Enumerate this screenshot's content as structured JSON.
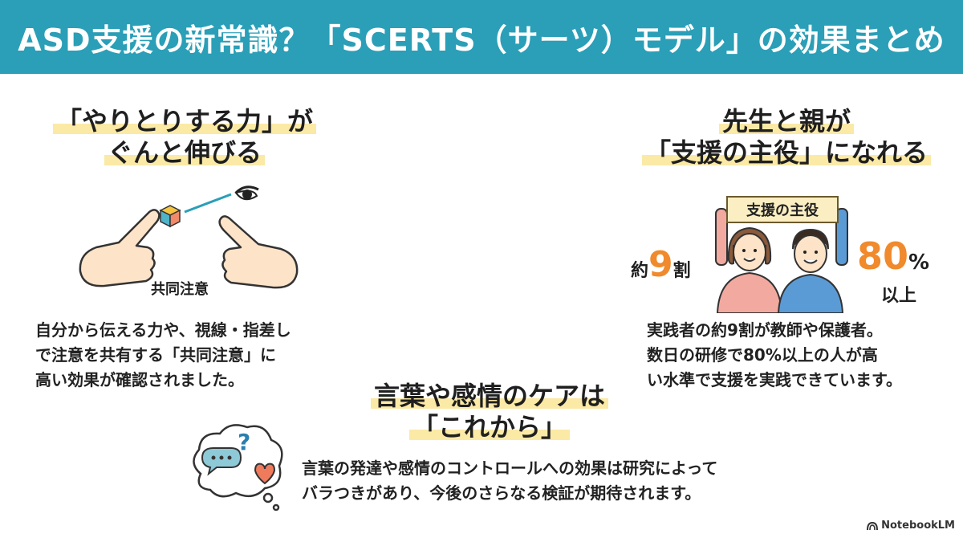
{
  "header": {
    "title": "ASD支援の新常識？「SCERTS（サーツ）モデル」の効果まとめ"
  },
  "section1": {
    "title_line1": "「やりとりする力」が",
    "title_line2": "ぐんと伸びる",
    "illustration_label": "共同注意",
    "body_line1": "自分から伝える力や、視線・指差し",
    "body_line2": "で注意を共有する「共同注意」に",
    "body_line3": "高い効果が確認されました。"
  },
  "section2": {
    "title_line1": "先生と親が",
    "title_line2": "「支援の主役」になれる",
    "banner": "支援の主役",
    "stat_left_prefix": "約",
    "stat_left_value": "9",
    "stat_left_suffix": "割",
    "stat_right_value": "80",
    "stat_right_unit": "%",
    "stat_right_sub": "以上",
    "body_line1": "実践者の約9割が教師や保護者。",
    "body_line2": "数日の研修で80%以上の人が高",
    "body_line3": "い水準で支援を実践できています。"
  },
  "section3": {
    "title_line1": "言葉や感情のケアは",
    "title_line2": "「これから」",
    "body_line1": "言葉の発達や感情のコントロールへの効果は研究によって",
    "body_line2": "バラつきがあり、今後のさらなる検証が期待されます。"
  },
  "brand": {
    "name": "NotebookLM"
  },
  "colors": {
    "header": "#2a9fb7",
    "accent": "#f08a2c",
    "highlight": "#fbe9a6"
  }
}
